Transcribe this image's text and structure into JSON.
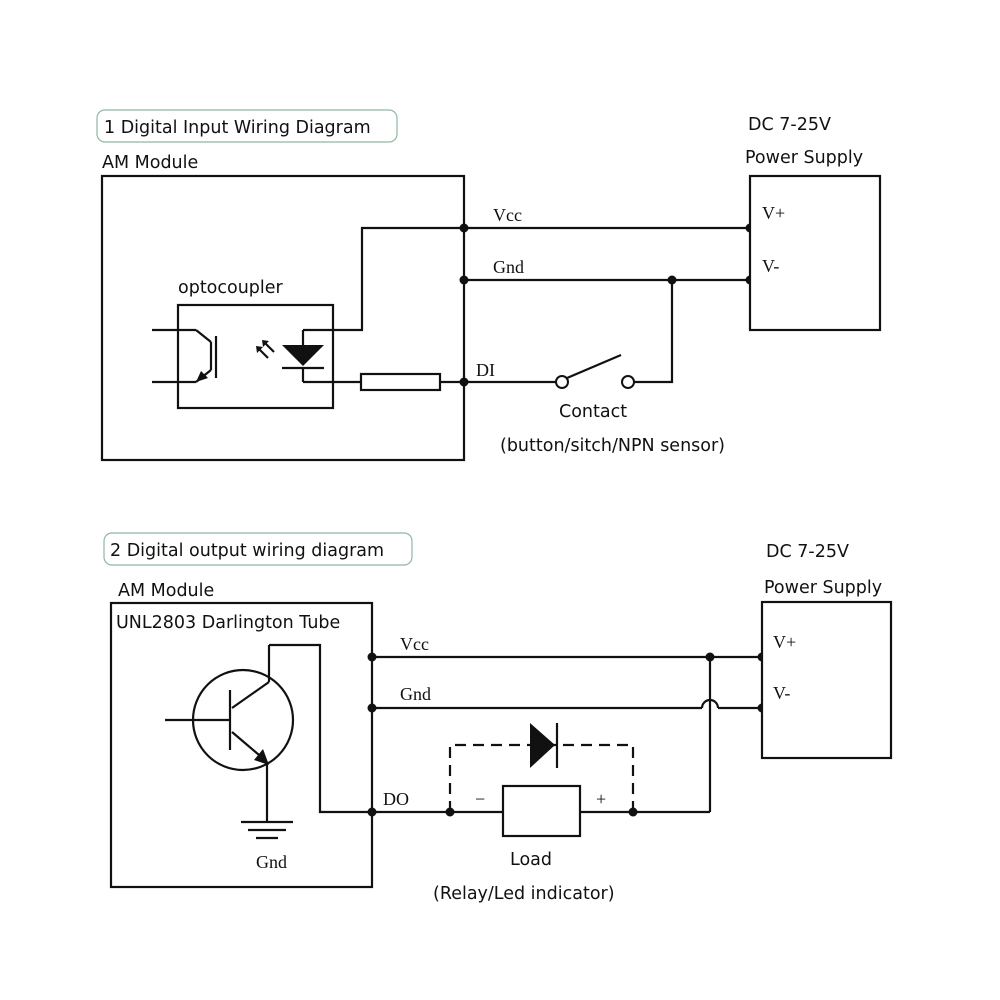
{
  "diagram1": {
    "title": "1 Digital Input Wiring Diagram",
    "module_label": "AM Module",
    "optocoupler_label": "optocoupler",
    "supply_line1": "DC 7-25V",
    "supply_line2": "Power Supply",
    "vplus": "V+",
    "vminus": "V-",
    "vcc": "Vcc",
    "gnd": "Gnd",
    "di": "DI",
    "contact_label": "Contact",
    "contact_sub": "(button/sitch/NPN sensor)"
  },
  "diagram2": {
    "title": "2 Digital output wiring diagram",
    "module_label": "AM Module",
    "darlington_label": "UNL2803 Darlington Tube",
    "supply_line1": "DC 7-25V",
    "supply_line2": "Power Supply",
    "vplus": "V+",
    "vminus": "V-",
    "vcc": "Vcc",
    "gnd": "Gnd",
    "do": "DO",
    "ground_label": "Gnd",
    "minus": "−",
    "plus": "+",
    "load_label": "Load",
    "load_sub": "(Relay/Led indicator)"
  }
}
